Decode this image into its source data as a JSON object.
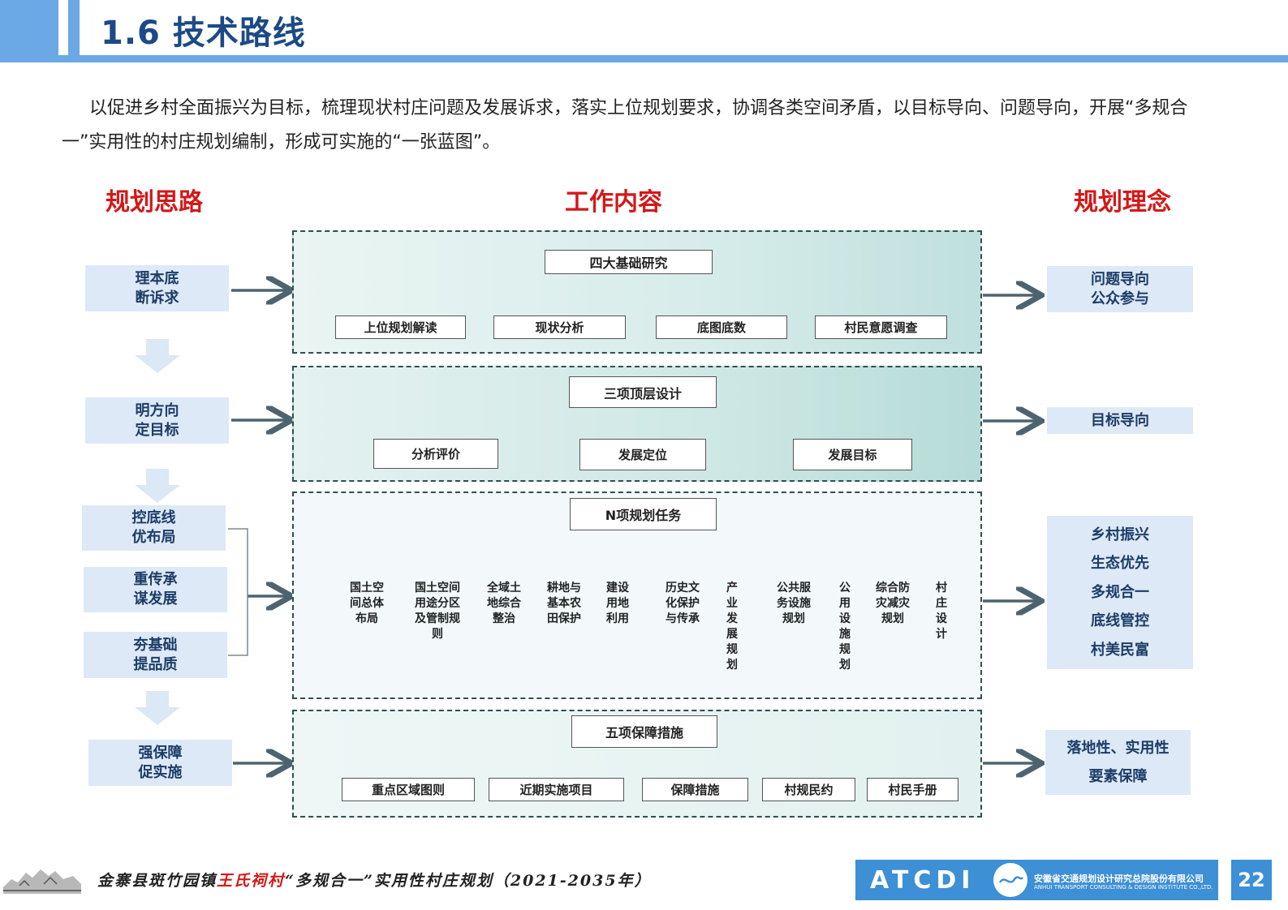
{
  "header": {
    "title": "1.6 技术路线"
  },
  "intro": "以促进乡村全面振兴为目标，梳理现状村庄问题及发展诉求，落实上位规划要求，协调各类空间矛盾，以目标导向、问题导向，开展“多规合一”实用性的村庄规划编制，形成可实施的“一张蓝图”。",
  "columns": {
    "left": "规划思路",
    "center": "工作内容",
    "right": "规划理念"
  },
  "left_steps": [
    "理本底\n断诉求",
    "明方向\n定目标",
    "控底线\n优布局",
    "重传承\n谋发展",
    "夯基础\n提品质",
    "强保障\n促实施"
  ],
  "panels": {
    "p1": {
      "title": "四大基础研究",
      "items": [
        "上位规划解读",
        "现状分析",
        "底图底数",
        "村民意愿调查"
      ]
    },
    "p2": {
      "title": "三项顶层设计",
      "items": [
        "分析评价",
        "发展定位",
        "发展目标"
      ]
    },
    "p3": {
      "title": "N项规划任务",
      "items": [
        "国土空\n间总体\n布局",
        "国土空间\n用途分区\n及管制规\n则",
        "全域土\n地综合\n整治",
        "耕地与\n基本农\n田保护",
        "建设\n用地\n利用",
        "历史文\n化保护\n与传承",
        "产业发展规划",
        "公共服\n务设施\n规划",
        "公用设施规划",
        "综合防\n灾减灾\n规划",
        "村庄设计"
      ]
    },
    "p4": {
      "title": "五项保障措施",
      "items": [
        "重点区域图则",
        "近期实施项目",
        "保障措施",
        "村规民约",
        "村民手册"
      ]
    }
  },
  "right_concepts": {
    "r1": "问题导向\n公众参与",
    "r2": "目标导向",
    "r3": [
      "乡村振兴",
      "生态优先",
      "多规合一",
      "底线管控",
      "村美民富"
    ],
    "r4": "落地性、实用性\n要素保障"
  },
  "footer": {
    "text_before": "金寨县斑竹园镇",
    "text_red": "王氏祠村",
    "text_after": "“多规合一”实用性村庄规划（2021-2035年）",
    "logo": "ATCDI",
    "company_cn": "安徽省交通规划设计研究总院股份有限公司",
    "company_en": "ANHUI TRANSPORT CONSULTING & DESIGN INSTITUTE CO.,LTD.",
    "page": "22"
  }
}
